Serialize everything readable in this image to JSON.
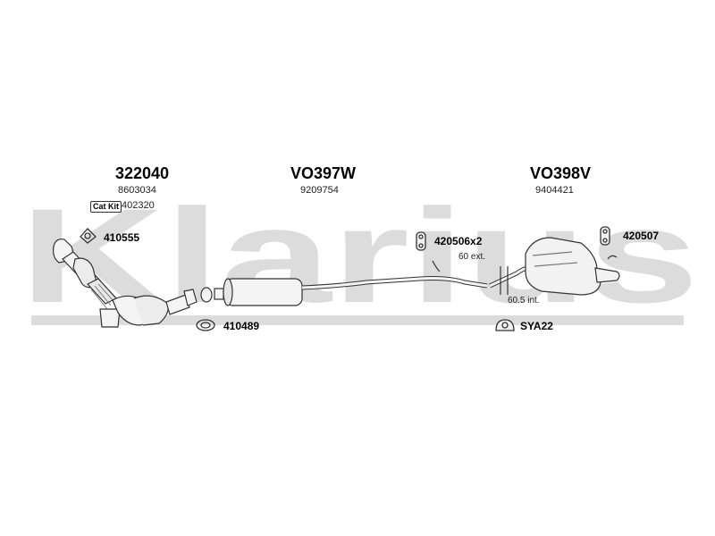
{
  "watermark": {
    "text": "Klarius",
    "color": "#d9d9d9"
  },
  "sections": [
    {
      "code": "322040",
      "ref": "8603034"
    },
    {
      "code": "VO397W",
      "ref": "9209754"
    },
    {
      "code": "VO398V",
      "ref": "9404421"
    }
  ],
  "cat_kit": {
    "label": "Cat Kit",
    "ref": "402320"
  },
  "parts": {
    "gasket_a": "410555",
    "gasket_b": "410489",
    "hanger_a": "420506x2",
    "hanger_b": "420507",
    "clamp": "SYA22"
  },
  "notes": {
    "ext": "60 ext.",
    "int": "60.5 int."
  }
}
